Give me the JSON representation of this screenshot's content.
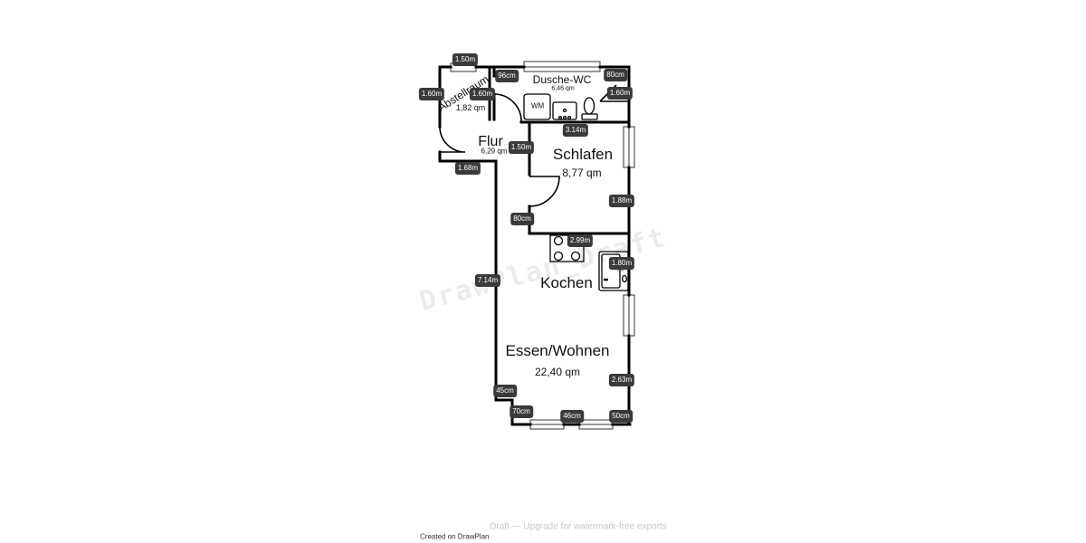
{
  "rooms": {
    "abstellraum": {
      "name": "Abstellraum",
      "area": "1,82 qm"
    },
    "dusche": {
      "name": "Dusche-WC",
      "area": "6,46 qm"
    },
    "flur": {
      "name": "Flur",
      "area": "6,29 qm"
    },
    "schlafen": {
      "name": "Schlafen",
      "area": "8,77 qm"
    },
    "kochen": {
      "name": "Kochen"
    },
    "essen": {
      "name": "Essen/Wohnen",
      "area": "22,40 qm"
    }
  },
  "fixtures": {
    "wm": "WM"
  },
  "dimensions": {
    "d1": "1.50m",
    "d2": "96cm",
    "d3": "80cm",
    "d4": "1.60m",
    "d5": "1.60m",
    "d6": "1.60m",
    "d7": "3.14m",
    "d8": "1.50m",
    "d9": "1.68m",
    "d10": "1.88m",
    "d11": "80cm",
    "d12": "2.99m",
    "d13": "1.80m",
    "d14": "7.14m",
    "d15": "45cm",
    "d16": "2.63m",
    "d17": "70cm",
    "d18": "46cm",
    "d19": "50cm"
  },
  "watermark": "DrawPlan_Draft",
  "footer": {
    "draft_notice": "Draft — Upgrade for watermark-free exports",
    "created": "Created on DrawPlan"
  }
}
